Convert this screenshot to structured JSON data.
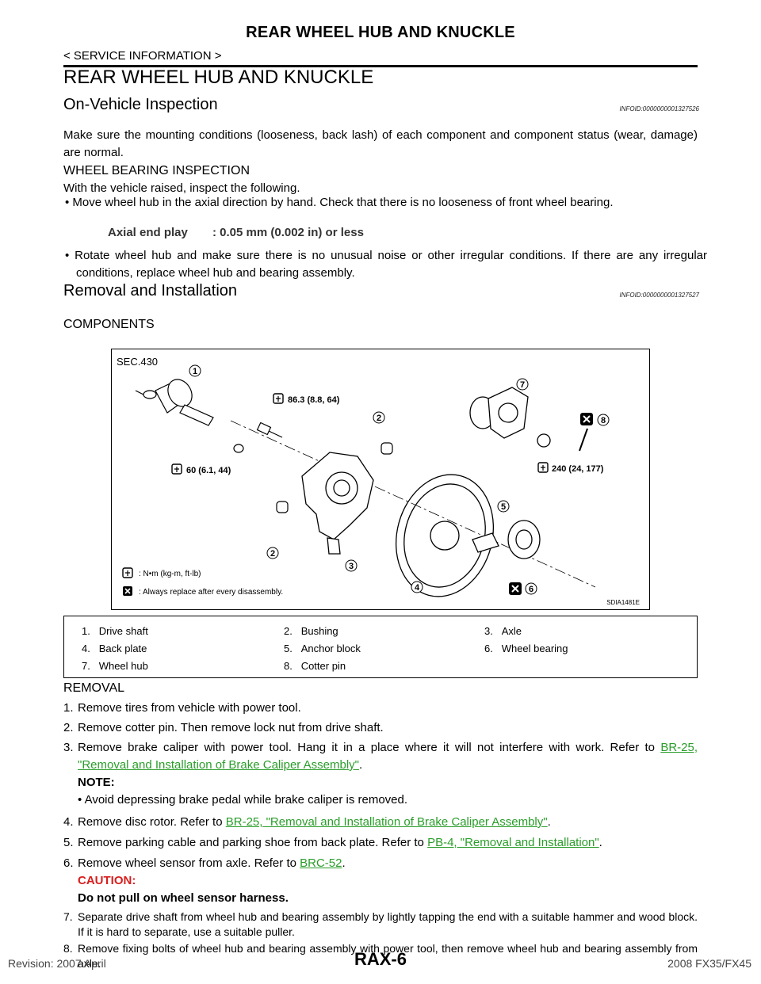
{
  "header": {
    "title": "REAR WHEEL HUB AND KNUCKLE",
    "breadcrumb": "< SERVICE INFORMATION >"
  },
  "page_heading": "REAR WHEEL HUB AND KNUCKLE",
  "inspection": {
    "title": "On-Vehicle Inspection",
    "infoid": "INFOID:0000000001327526",
    "intro": "Make sure the mounting conditions (looseness, back lash) of each component and component status (wear, damage) are normal.",
    "subhead": "WHEEL BEARING INSPECTION",
    "lead": "With the vehicle raised, inspect the following.",
    "bullet1": "•  Move wheel hub in the axial direction by hand. Check that there is no looseness of front wheel bearing.",
    "spec_label": "Axial end play",
    "spec_value": ": 0.05 mm (0.002 in) or less",
    "bullet2": "•  Rotate wheel hub and make sure there is no unusual noise or other irregular conditions. If there are any irregular conditions, replace wheel hub and bearing assembly."
  },
  "removal_installation": {
    "title": "Removal and Installation",
    "infoid": "INFOID:0000000001327527",
    "components_head": "COMPONENTS"
  },
  "figure": {
    "section": "SEC.430",
    "torque_1": "86.3 (8.8, 64)",
    "torque_2": "60 (6.1, 44)",
    "torque_3": "240 (24, 177)",
    "legend_torque": ": N•m (kg-m, ft-lb)",
    "legend_replace": ": Always replace after every disassembly.",
    "code": "SDIA1481E",
    "callouts": [
      "1",
      "2",
      "7",
      "8",
      "5",
      "2",
      "3",
      "4",
      "6"
    ]
  },
  "components": [
    {
      "num": "1.",
      "name": "Drive shaft"
    },
    {
      "num": "2.",
      "name": "Bushing"
    },
    {
      "num": "3.",
      "name": "Axle"
    },
    {
      "num": "4.",
      "name": "Back plate"
    },
    {
      "num": "5.",
      "name": "Anchor block"
    },
    {
      "num": "6.",
      "name": "Wheel bearing"
    },
    {
      "num": "7.",
      "name": "Wheel hub"
    },
    {
      "num": "8.",
      "name": "Cotter pin"
    }
  ],
  "removal": {
    "head": "REMOVAL",
    "s1_num": "1.",
    "s1": "Remove tires from vehicle with power tool.",
    "s2_num": "2.",
    "s2": "Remove cotter pin. Then remove lock nut from drive shaft.",
    "s3_num": "3.",
    "s3": "Remove brake caliper with power tool. Hang it in a place where it will not interfere with work. Refer to ",
    "s3_link": "BR-25, \"Removal and Installation of Brake Caliper Assembly\"",
    "s3_end": ".",
    "note_head": "NOTE:",
    "note_text": "•  Avoid depressing brake pedal while brake caliper is removed.",
    "s4_num": "4.",
    "s4": "Remove disc rotor. Refer to ",
    "s4_link": "BR-25, \"Removal and Installation of Brake Caliper Assembly\"",
    "s4_end": ".",
    "s5_num": "5.",
    "s5": "Remove parking cable and parking shoe from back plate. Refer to ",
    "s5_link": "PB-4, \"Removal and Installation\"",
    "s5_end": ".",
    "s6_num": "6.",
    "s6": "Remove wheel sensor from axle. Refer to ",
    "s6_link": "BRC-52",
    "s6_end": ".",
    "caution_head": "CAUTION:",
    "caution_text": "Do not pull on wheel sensor harness.",
    "s7_num": "7.",
    "s7": "Separate drive shaft from wheel hub and bearing assembly by lightly tapping the end with a suitable hammer and wood block. If it is hard to separate, use a suitable puller.",
    "s8_num": "8.",
    "s8": "Remove fixing bolts of wheel hub and bearing assembly with power tool, then remove wheel hub and bearing assembly from axle."
  },
  "footer": {
    "revision": "Revision: 2007 April",
    "page": "RAX-6",
    "model": "2008 FX35/FX45"
  },
  "colors": {
    "link": "#2a9d2a",
    "caution": "#d81e1e"
  }
}
